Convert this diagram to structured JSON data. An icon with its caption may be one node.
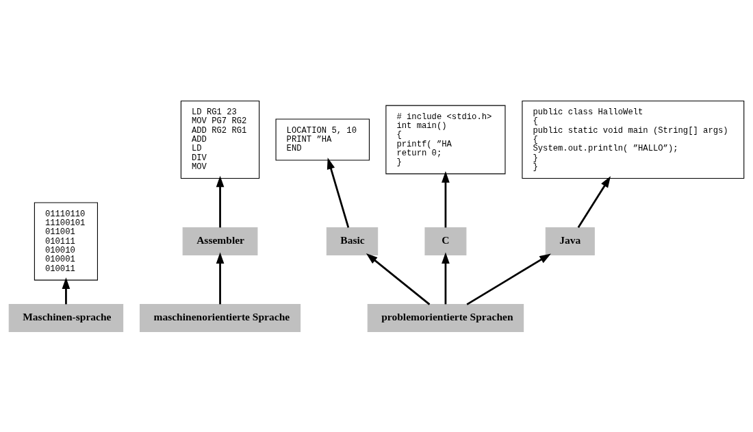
{
  "diagram": {
    "nodes": [
      {
        "text": [
          "01110110",
          "11100101",
          "011001",
          "010111",
          "010010",
          "010001",
          "010011"
        ]
      },
      {
        "text": [
          "LD RG1 23",
          "MOV PG7 RG2",
          "ADD RG2 RG1",
          "ADD",
          "LD",
          "DIV",
          "MOV"
        ]
      },
      {
        "text": [
          "LOCATION 5, 10",
          "PRINT ”HA",
          "END"
        ]
      },
      {
        "text": [
          "# include <stdio.h>",
          "int main()",
          "{",
          "printf( ”HA",
          "return 0;",
          "}"
        ]
      },
      {
        "text": [
          "public class HalloWelt",
          "{",
          "public static void main (String[] args)",
          "{",
          "System.out.println( ”HALLO”);",
          "}",
          "}"
        ]
      },
      {
        "text": [
          "Maschinen-sprache"
        ]
      },
      {
        "text": [
          "Assembler"
        ]
      },
      {
        "text": [
          "Basic"
        ]
      },
      {
        "text": [
          "C"
        ]
      },
      {
        "text": [
          "Java"
        ]
      },
      {
        "text": [
          "maschinenorientierte Sprache"
        ]
      },
      {
        "text": [
          "problemorientierte Sprachen"
        ]
      }
    ],
    "edges": [
      {
        "from": 5,
        "to": 0,
        "arrow": "to"
      },
      {
        "from": 6,
        "to": 1,
        "arrow": "to"
      },
      {
        "from": 7,
        "to": 2,
        "arrow": "to"
      },
      {
        "from": 8,
        "to": 3,
        "arrow": "to"
      },
      {
        "from": 9,
        "to": 4,
        "arrow": "to"
      },
      {
        "from": 10,
        "to": 6,
        "arrow": "to"
      },
      {
        "from": 11,
        "to": 7,
        "arrow": "to"
      },
      {
        "from": 11,
        "to": 8,
        "arrow": "to"
      },
      {
        "from": 11,
        "to": 9,
        "arrow": "to"
      }
    ]
  }
}
